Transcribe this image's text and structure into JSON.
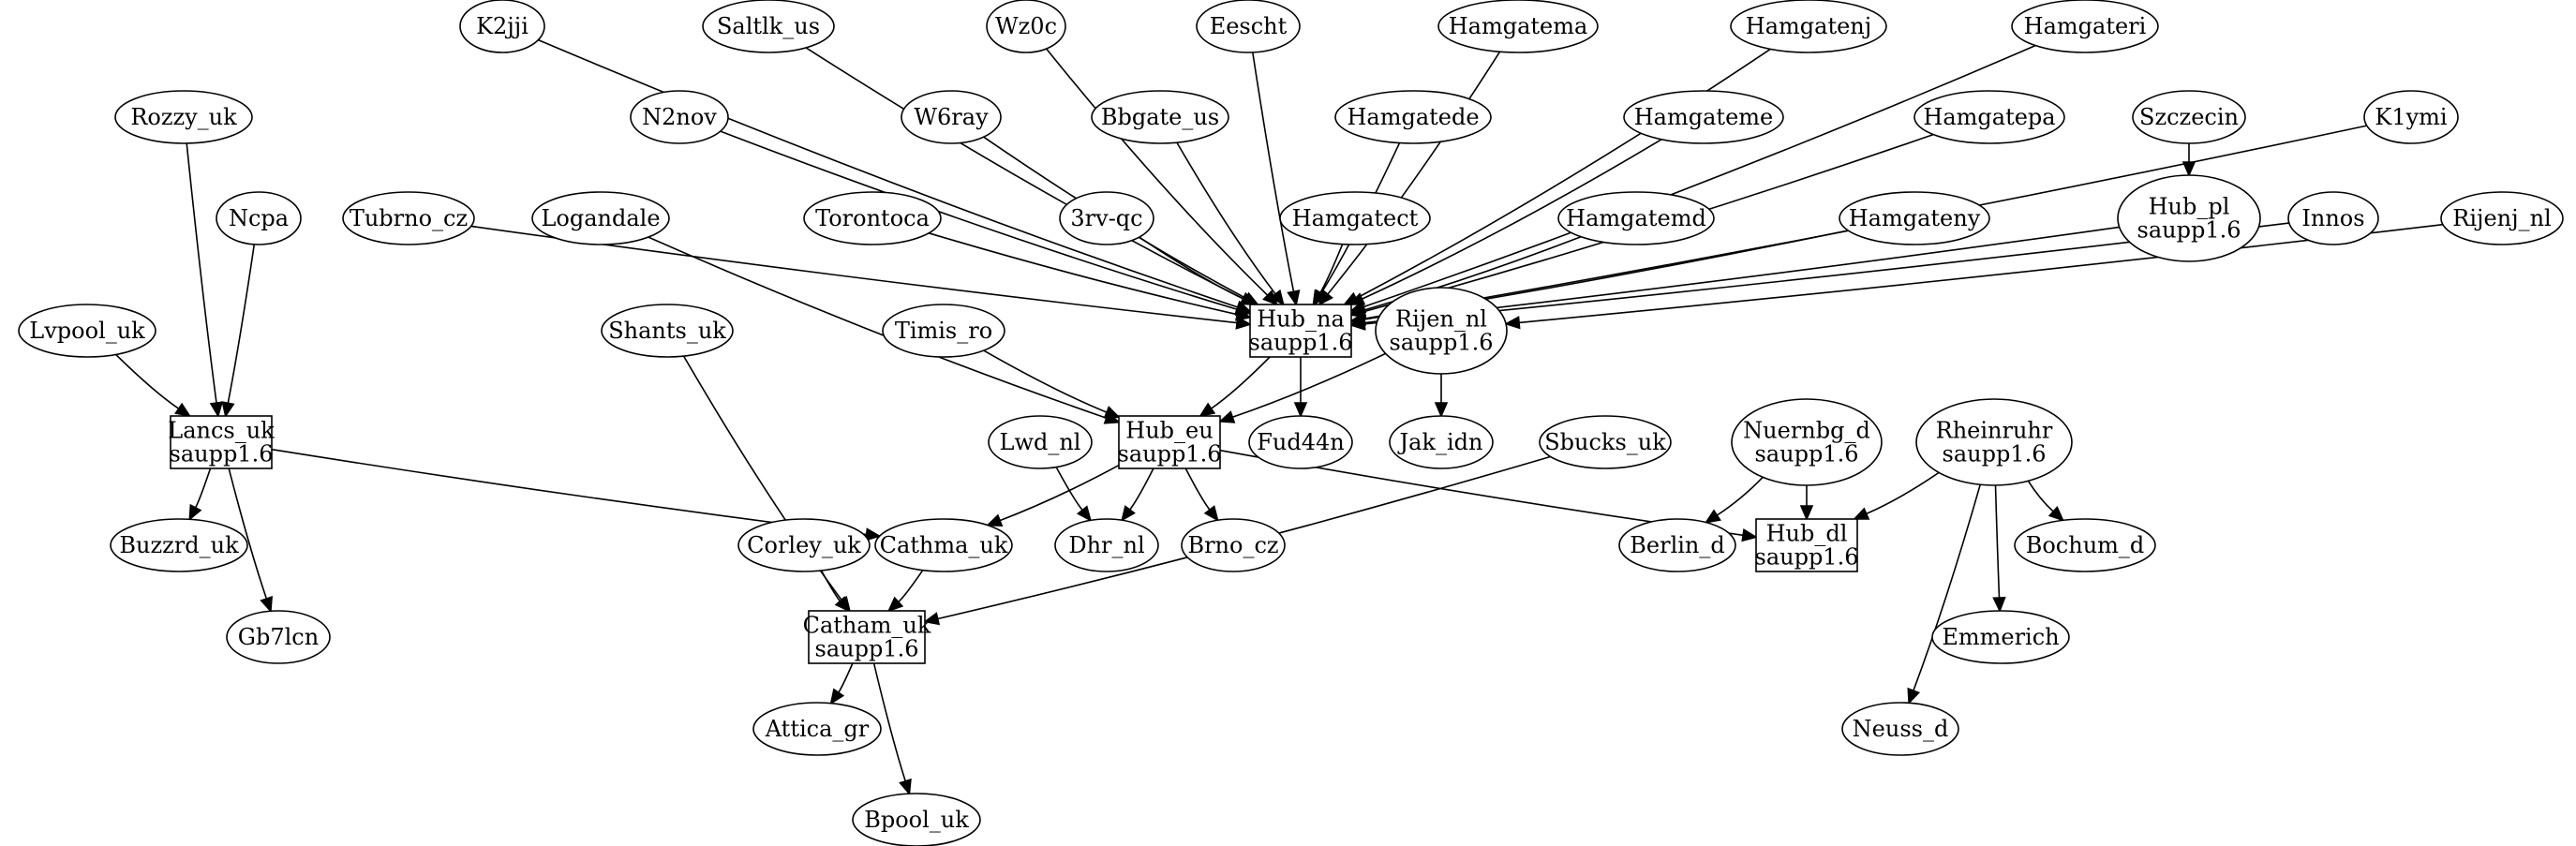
{
  "graph": {
    "nodes": [
      {
        "id": "K2jji",
        "lines": [
          "K2jji"
        ],
        "shape": "ellipse"
      },
      {
        "id": "Saltlk_us",
        "lines": [
          "Saltlk_us"
        ],
        "shape": "ellipse"
      },
      {
        "id": "Wz0c",
        "lines": [
          "Wz0c"
        ],
        "shape": "ellipse"
      },
      {
        "id": "Eescht",
        "lines": [
          "Eescht"
        ],
        "shape": "ellipse"
      },
      {
        "id": "Hamgatema",
        "lines": [
          "Hamgatema"
        ],
        "shape": "ellipse"
      },
      {
        "id": "Hamgatenj",
        "lines": [
          "Hamgatenj"
        ],
        "shape": "ellipse"
      },
      {
        "id": "Hamgateri",
        "lines": [
          "Hamgateri"
        ],
        "shape": "ellipse"
      },
      {
        "id": "Rozzy_uk",
        "lines": [
          "Rozzy_uk"
        ],
        "shape": "ellipse"
      },
      {
        "id": "N2nov",
        "lines": [
          "N2nov"
        ],
        "shape": "ellipse"
      },
      {
        "id": "W6ray",
        "lines": [
          "W6ray"
        ],
        "shape": "ellipse"
      },
      {
        "id": "Bbgate_us",
        "lines": [
          "Bbgate_us"
        ],
        "shape": "ellipse"
      },
      {
        "id": "Hamgatede",
        "lines": [
          "Hamgatede"
        ],
        "shape": "ellipse"
      },
      {
        "id": "Hamgateme",
        "lines": [
          "Hamgateme"
        ],
        "shape": "ellipse"
      },
      {
        "id": "Hamgatepa",
        "lines": [
          "Hamgatepa"
        ],
        "shape": "ellipse"
      },
      {
        "id": "Szczecin",
        "lines": [
          "Szczecin"
        ],
        "shape": "ellipse"
      },
      {
        "id": "K1ymi",
        "lines": [
          "K1ymi"
        ],
        "shape": "ellipse"
      },
      {
        "id": "Ncpa",
        "lines": [
          "Ncpa"
        ],
        "shape": "ellipse"
      },
      {
        "id": "Tubrno_cz",
        "lines": [
          "Tubrno_cz"
        ],
        "shape": "ellipse"
      },
      {
        "id": "Logandale",
        "lines": [
          "Logandale"
        ],
        "shape": "ellipse"
      },
      {
        "id": "Torontoca",
        "lines": [
          "Torontoca"
        ],
        "shape": "ellipse"
      },
      {
        "id": "3rv-qc",
        "lines": [
          "3rv-qc"
        ],
        "shape": "ellipse"
      },
      {
        "id": "Hamgatect",
        "lines": [
          "Hamgatect"
        ],
        "shape": "ellipse"
      },
      {
        "id": "Hamgatemd",
        "lines": [
          "Hamgatemd"
        ],
        "shape": "ellipse"
      },
      {
        "id": "Hamgateny",
        "lines": [
          "Hamgateny"
        ],
        "shape": "ellipse"
      },
      {
        "id": "Hub_pl",
        "lines": [
          "Hub_pl",
          "saupp1.6"
        ],
        "shape": "ellipse"
      },
      {
        "id": "Innos",
        "lines": [
          "Innos"
        ],
        "shape": "ellipse"
      },
      {
        "id": "Rijenj_nl",
        "lines": [
          "Rijenj_nl"
        ],
        "shape": "ellipse"
      },
      {
        "id": "Lvpool_uk",
        "lines": [
          "Lvpool_uk"
        ],
        "shape": "ellipse"
      },
      {
        "id": "Shants_uk",
        "lines": [
          "Shants_uk"
        ],
        "shape": "ellipse"
      },
      {
        "id": "Timis_ro",
        "lines": [
          "Timis_ro"
        ],
        "shape": "ellipse"
      },
      {
        "id": "Hub_na",
        "lines": [
          "Hub_na",
          "saupp1.6"
        ],
        "shape": "box"
      },
      {
        "id": "Rijen_nl",
        "lines": [
          "Rijen_nl",
          "saupp1.6"
        ],
        "shape": "ellipse"
      },
      {
        "id": "Lancs_uk",
        "lines": [
          "Lancs_uk",
          "saupp1.6"
        ],
        "shape": "box"
      },
      {
        "id": "Lwd_nl",
        "lines": [
          "Lwd_nl"
        ],
        "shape": "ellipse"
      },
      {
        "id": "Hub_eu",
        "lines": [
          "Hub_eu",
          "saupp1.6"
        ],
        "shape": "box"
      },
      {
        "id": "Fud44n",
        "lines": [
          "Fud44n"
        ],
        "shape": "ellipse"
      },
      {
        "id": "Jak_idn",
        "lines": [
          "Jak_idn"
        ],
        "shape": "ellipse"
      },
      {
        "id": "Sbucks_uk",
        "lines": [
          "Sbucks_uk"
        ],
        "shape": "ellipse"
      },
      {
        "id": "Nuernbg_d",
        "lines": [
          "Nuernbg_d",
          "saupp1.6"
        ],
        "shape": "ellipse"
      },
      {
        "id": "Rheinruhr",
        "lines": [
          "Rheinruhr",
          "saupp1.6"
        ],
        "shape": "ellipse"
      },
      {
        "id": "Buzzrd_uk",
        "lines": [
          "Buzzrd_uk"
        ],
        "shape": "ellipse"
      },
      {
        "id": "Corley_uk",
        "lines": [
          "Corley_uk"
        ],
        "shape": "ellipse"
      },
      {
        "id": "Cathma_uk",
        "lines": [
          "Cathma_uk"
        ],
        "shape": "ellipse"
      },
      {
        "id": "Dhr_nl",
        "lines": [
          "Dhr_nl"
        ],
        "shape": "ellipse"
      },
      {
        "id": "Brno_cz",
        "lines": [
          "Brno_cz"
        ],
        "shape": "ellipse"
      },
      {
        "id": "Berlin_d",
        "lines": [
          "Berlin_d"
        ],
        "shape": "ellipse"
      },
      {
        "id": "Hub_dl",
        "lines": [
          "Hub_dl",
          "saupp1.6"
        ],
        "shape": "box"
      },
      {
        "id": "Bochum_d",
        "lines": [
          "Bochum_d"
        ],
        "shape": "ellipse"
      },
      {
        "id": "Gb7lcn",
        "lines": [
          "Gb7lcn"
        ],
        "shape": "ellipse"
      },
      {
        "id": "Catham_uk",
        "lines": [
          "Catham_uk",
          "saupp1.6"
        ],
        "shape": "box"
      },
      {
        "id": "Emmerich",
        "lines": [
          "Emmerich"
        ],
        "shape": "ellipse"
      },
      {
        "id": "Attica_gr",
        "lines": [
          "Attica_gr"
        ],
        "shape": "ellipse"
      },
      {
        "id": "Neuss_d",
        "lines": [
          "Neuss_d"
        ],
        "shape": "ellipse"
      },
      {
        "id": "Bpool_uk",
        "lines": [
          "Bpool_uk"
        ],
        "shape": "ellipse"
      }
    ],
    "edges": [
      {
        "from": "K2jji",
        "to": "Hub_na"
      },
      {
        "from": "Saltlk_us",
        "to": "Hub_na"
      },
      {
        "from": "Wz0c",
        "to": "Hub_na"
      },
      {
        "from": "Eescht",
        "to": "Hub_na"
      },
      {
        "from": "Hamgatema",
        "to": "Hub_na"
      },
      {
        "from": "Hamgatenj",
        "to": "Hub_na"
      },
      {
        "from": "Hamgateri",
        "to": "Hub_na"
      },
      {
        "from": "Rozzy_uk",
        "to": "Lancs_uk"
      },
      {
        "from": "N2nov",
        "to": "Hub_na"
      },
      {
        "from": "W6ray",
        "to": "Hub_na"
      },
      {
        "from": "Bbgate_us",
        "to": "Hub_na"
      },
      {
        "from": "Hamgatede",
        "to": "Hub_na"
      },
      {
        "from": "Hamgateme",
        "to": "Hub_na"
      },
      {
        "from": "Hamgatepa",
        "to": "Hub_na"
      },
      {
        "from": "Szczecin",
        "to": "Hub_pl"
      },
      {
        "from": "K1ymi",
        "to": "Hub_na"
      },
      {
        "from": "Ncpa",
        "to": "Lancs_uk"
      },
      {
        "from": "Tubrno_cz",
        "to": "Hub_na"
      },
      {
        "from": "Logandale",
        "to": "Hub_eu"
      },
      {
        "from": "Torontoca",
        "to": "Hub_na"
      },
      {
        "from": "3rv-qc",
        "to": "Hub_na"
      },
      {
        "from": "Hamgatect",
        "to": "Hub_na"
      },
      {
        "from": "Hamgatemd",
        "to": "Hub_na"
      },
      {
        "from": "Hamgateny",
        "to": "Hub_na"
      },
      {
        "from": "Hub_pl",
        "to": "Hub_na"
      },
      {
        "from": "Innos",
        "to": "Hub_na"
      },
      {
        "from": "Rijenj_nl",
        "to": "Rijen_nl"
      },
      {
        "from": "Lvpool_uk",
        "to": "Lancs_uk"
      },
      {
        "from": "Shants_uk",
        "to": "Catham_uk"
      },
      {
        "from": "Timis_ro",
        "to": "Hub_eu"
      },
      {
        "from": "Hub_na",
        "to": "Hub_eu"
      },
      {
        "from": "Hub_na",
        "to": "Fud44n"
      },
      {
        "from": "Rijen_nl",
        "to": "Hub_eu"
      },
      {
        "from": "Rijen_nl",
        "to": "Jak_idn"
      },
      {
        "from": "Lancs_uk",
        "to": "Buzzrd_uk"
      },
      {
        "from": "Lancs_uk",
        "to": "Gb7lcn"
      },
      {
        "from": "Lancs_uk",
        "to": "Cathma_uk"
      },
      {
        "from": "Lwd_nl",
        "to": "Dhr_nl"
      },
      {
        "from": "Hub_eu",
        "to": "Cathma_uk"
      },
      {
        "from": "Hub_eu",
        "to": "Dhr_nl"
      },
      {
        "from": "Hub_eu",
        "to": "Brno_cz"
      },
      {
        "from": "Hub_eu",
        "to": "Hub_dl"
      },
      {
        "from": "Sbucks_uk",
        "to": "Catham_uk"
      },
      {
        "from": "Nuernbg_d",
        "to": "Berlin_d"
      },
      {
        "from": "Nuernbg_d",
        "to": "Hub_dl"
      },
      {
        "from": "Rheinruhr",
        "to": "Hub_dl"
      },
      {
        "from": "Rheinruhr",
        "to": "Bochum_d"
      },
      {
        "from": "Rheinruhr",
        "to": "Emmerich"
      },
      {
        "from": "Rheinruhr",
        "to": "Neuss_d"
      },
      {
        "from": "Corley_uk",
        "to": "Catham_uk"
      },
      {
        "from": "Cathma_uk",
        "to": "Catham_uk"
      },
      {
        "from": "Catham_uk",
        "to": "Attica_gr"
      },
      {
        "from": "Catham_uk",
        "to": "Bpool_uk"
      }
    ]
  }
}
